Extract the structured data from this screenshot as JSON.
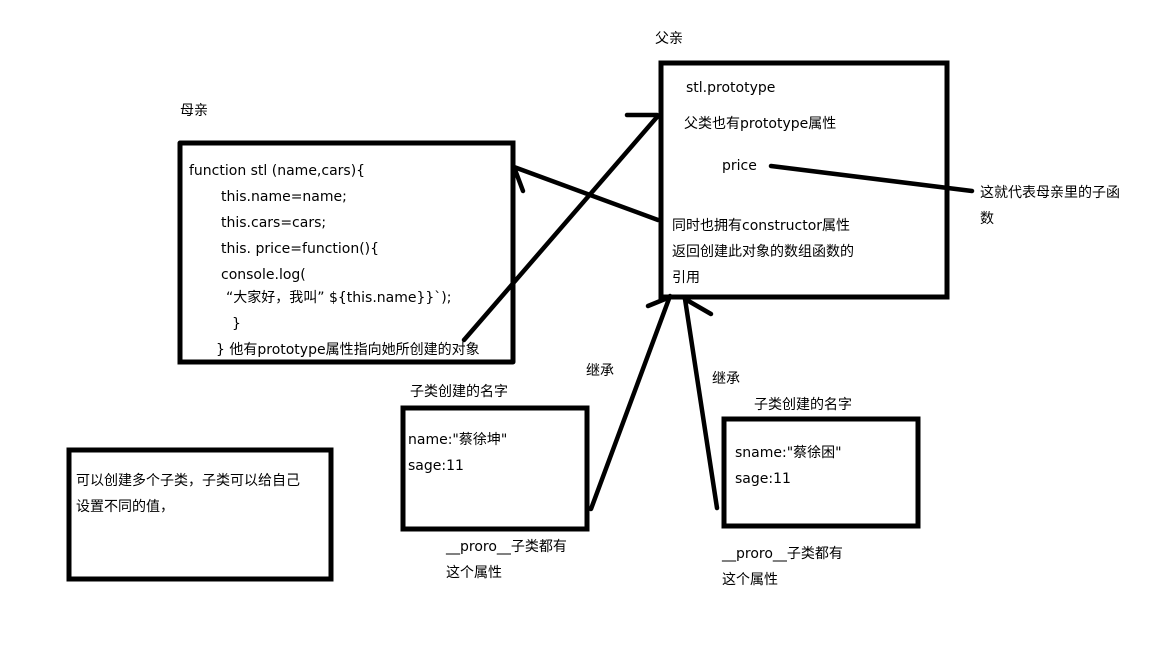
{
  "diagram": {
    "mother": {
      "title": "母亲",
      "code_lines": [
        "function stl (name,cars){",
        "this.name=name;",
        "this.cars=cars;",
        "this. price=function(){",
        "console.log(",
        "“大家好，我叫” ${this.name}}`);",
        "}",
        "}   他有prototype属性指向她所创建的对象"
      ]
    },
    "father": {
      "title": "父亲",
      "lines": [
        "stl.prototype",
        "父类也有prototype属性",
        "price",
        "同时也拥有constructor属性",
        "返回创建此对象的数组函数的",
        "引用"
      ]
    },
    "price_note": {
      "lines": [
        "这就代表母亲里的子函",
        "数"
      ]
    },
    "child1": {
      "title": "子类创建的名字",
      "lines": [
        "name:\"蔡徐坤\"",
        "sage:11"
      ],
      "inherit_label": "继承",
      "proto_note": [
        "__proro__子类都有",
        "这个属性"
      ]
    },
    "child2": {
      "title": "子类创建的名字",
      "lines": [
        "sname:\"蔡徐困\"",
        "sage:11"
      ],
      "inherit_label": "继承",
      "proto_note": [
        "__proro__子类都有",
        "这个属性"
      ]
    },
    "note_box": {
      "lines": [
        "可以创建多个子类，子类可以给自己",
        "设置不同的值，"
      ]
    }
  }
}
